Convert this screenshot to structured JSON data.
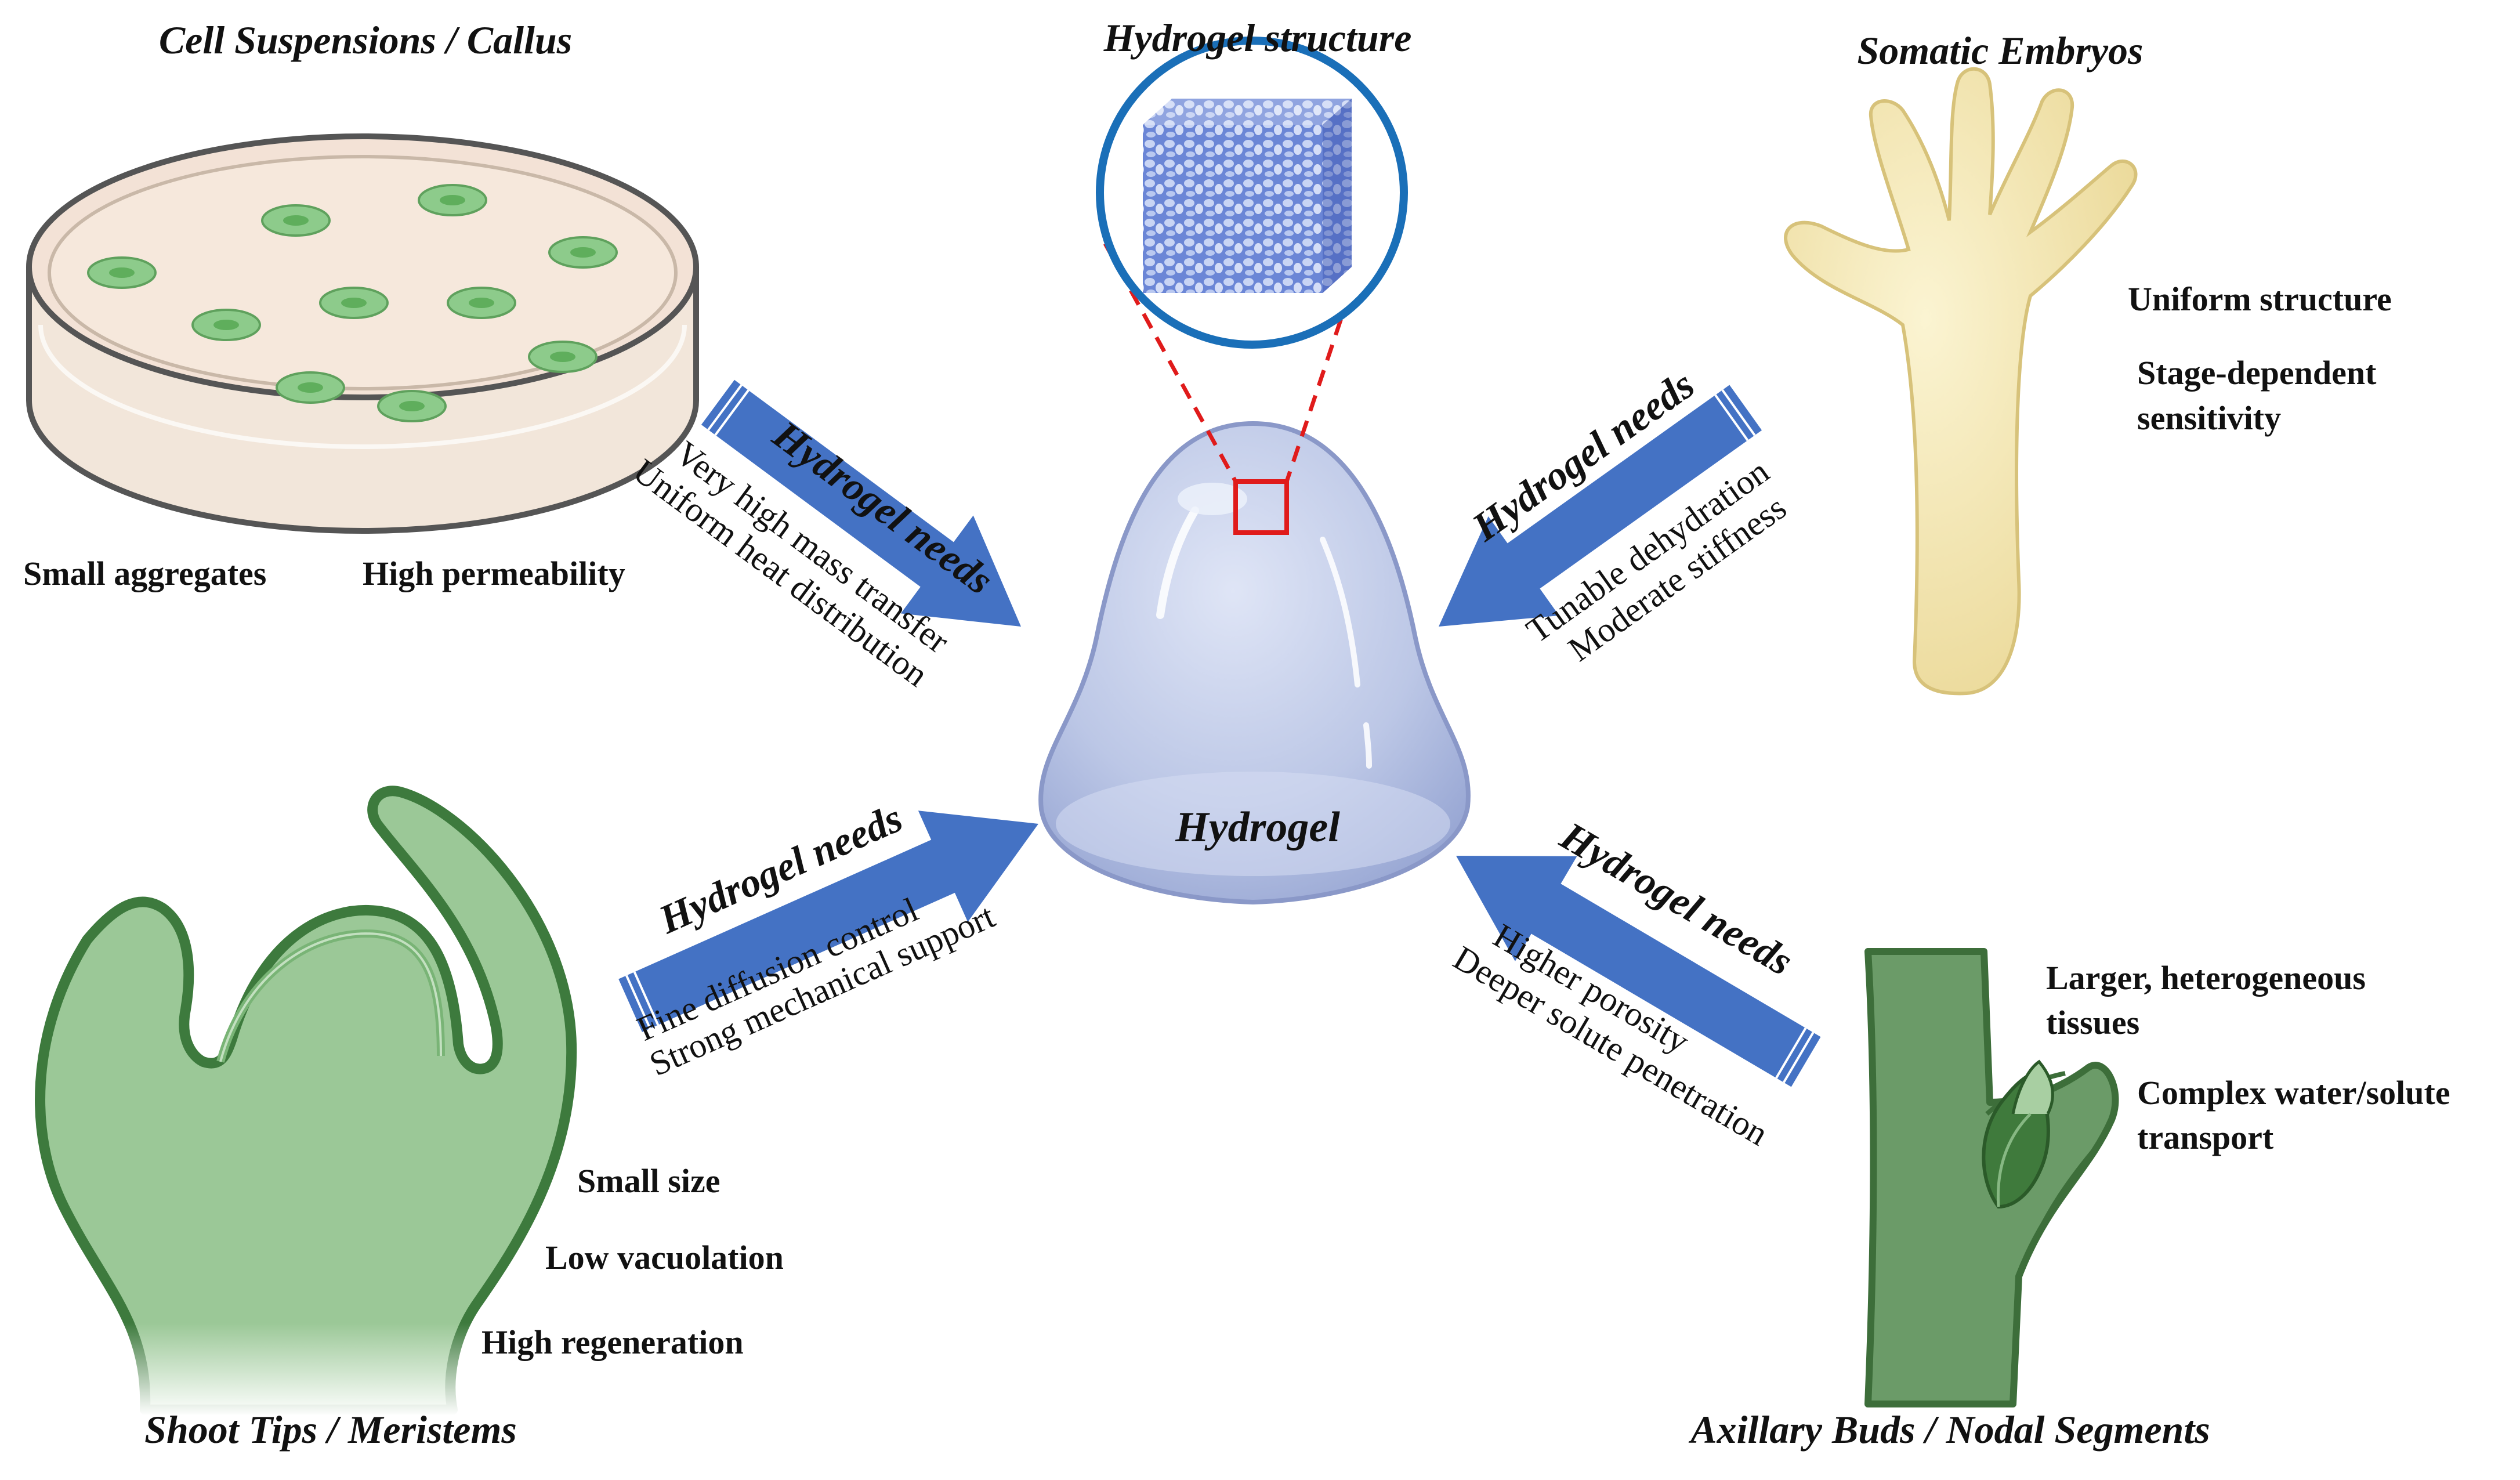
{
  "center": {
    "label": "Hydrogel",
    "structure_title": "Hydrogel structure"
  },
  "panels": {
    "cell_suspensions": {
      "title": "Cell Suspensions / Callus",
      "features": [
        "Small aggregates",
        "High permeability"
      ],
      "needs_label": "Hydrogel needs",
      "needs": [
        "Very high mass transfer",
        "Uniform heat distribution"
      ]
    },
    "somatic_embryos": {
      "title": "Somatic Embryos",
      "features": [
        "Uniform structure",
        "Stage-dependent",
        "sensitivity"
      ],
      "needs_label": "Hydrogel needs",
      "needs": [
        "Tunable dehydration",
        "Moderate stiffness"
      ]
    },
    "shoot_tips": {
      "title": "Shoot Tips / Meristems",
      "features": [
        "Small size",
        "Low vacuolation",
        "High regeneration"
      ],
      "needs_label": "Hydrogel needs",
      "needs": [
        "Fine diffusion control",
        "Strong mechanical support"
      ]
    },
    "axillary_buds": {
      "title": "Axillary Buds / Nodal Segments",
      "features": [
        "Larger, heterogeneous",
        "tissues",
        "Complex water/solute",
        "transport"
      ],
      "needs_label": "Hydrogel needs",
      "needs": [
        "Higher porosity",
        "Deeper solute penetration"
      ]
    }
  },
  "colors": {
    "arrow": "#4472c4",
    "plant_green": "#8fc08c",
    "plant_outline": "#3d7a3d",
    "embryo": "#f5eab8",
    "hydrogel": "#c3cde9",
    "magnifier": "#1a6fb8",
    "zoom_box": "#e01b1b"
  }
}
